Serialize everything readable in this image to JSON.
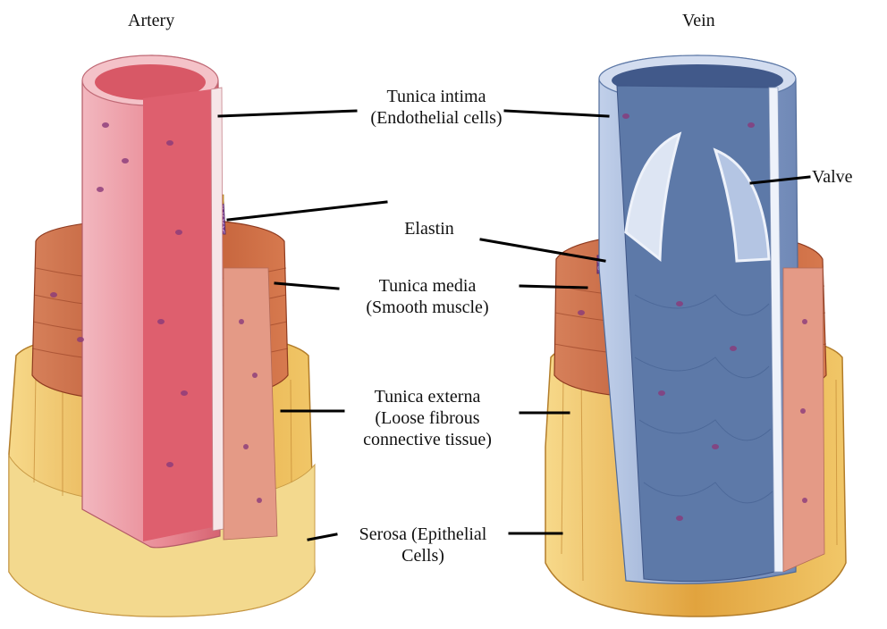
{
  "titles": {
    "artery": "Artery",
    "vein": "Vein"
  },
  "labels": {
    "tunica_intima": [
      "Tunica intima",
      "(Endothelial cells)"
    ],
    "valve": "Valve",
    "elastin": "Elastin",
    "tunica_media": [
      "Tunica media",
      "(Smooth muscle)"
    ],
    "tunica_externa": [
      "Tunica externa",
      "(Loose fibrous",
      "connective tissue)"
    ],
    "serosa": [
      "Serosa (Epithelial",
      "Cells)"
    ]
  },
  "colors": {
    "intima_artery": "#e98a95",
    "intima_vein": "#8ea4cc",
    "vein_lumen": "#5d79a8",
    "elastin": "#8c4c9e",
    "media": "#c8663f",
    "externa": "#e6b24a",
    "serosa": "#f2d27e",
    "leader_line": "#000000"
  }
}
